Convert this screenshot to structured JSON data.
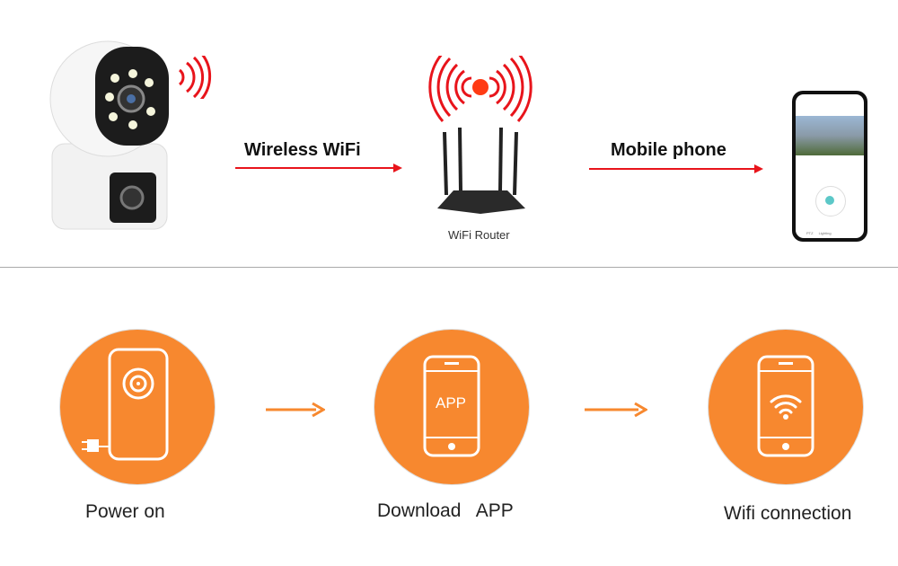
{
  "top": {
    "wireless_label": "Wireless WiFi",
    "router_label": "WiFi Router",
    "mobile_label": "Mobile phone",
    "phone_tabs": [
      "PTZ",
      "Lighting"
    ]
  },
  "steps": [
    {
      "label": "Power on",
      "icon": "camera-plug-icon"
    },
    {
      "label": "Download   APP",
      "icon": "phone-app-icon",
      "screen_text": "APP"
    },
    {
      "label": "Wifi connection",
      "icon": "phone-wifi-icon"
    }
  ],
  "colors": {
    "accent_red": "#e8141b",
    "accent_orange": "#f7882f"
  }
}
